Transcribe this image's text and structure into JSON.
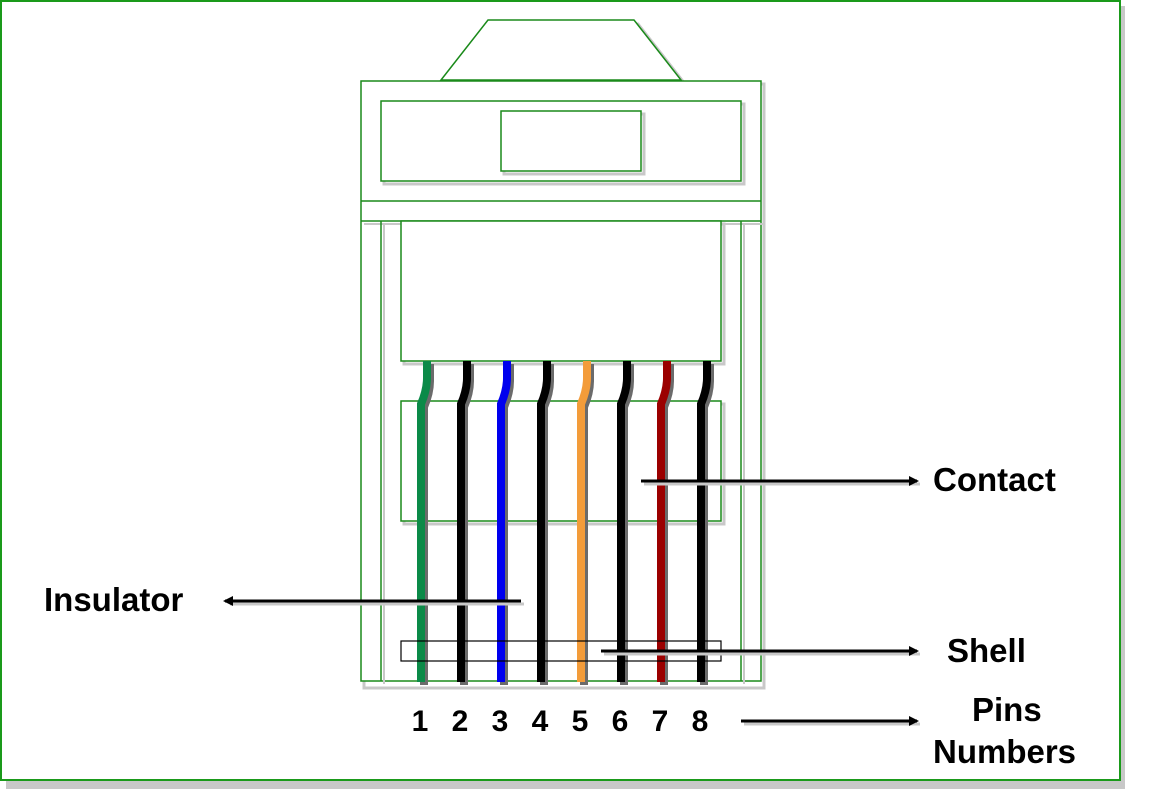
{
  "diagram": {
    "labels": {
      "contact": "Contact",
      "insulator": "Insulator",
      "shell": "Shell",
      "pins_line1": "Pins",
      "pins_line2": "Numbers"
    },
    "pins": [
      {
        "number": "1",
        "wire_color": "#0b8a48"
      },
      {
        "number": "2",
        "wire_color": "#000000"
      },
      {
        "number": "3",
        "wire_color": "#0000ee"
      },
      {
        "number": "4",
        "wire_color": "#000000"
      },
      {
        "number": "5",
        "wire_color": "#f39c3a"
      },
      {
        "number": "6",
        "wire_color": "#000000"
      },
      {
        "number": "7",
        "wire_color": "#9b0000"
      },
      {
        "number": "8",
        "wire_color": "#000000"
      }
    ],
    "colors": {
      "frame": "#1a9a1a",
      "outline": "#1a8a1a",
      "shadow": "#c8c8c8",
      "arrow": "#000000"
    }
  }
}
